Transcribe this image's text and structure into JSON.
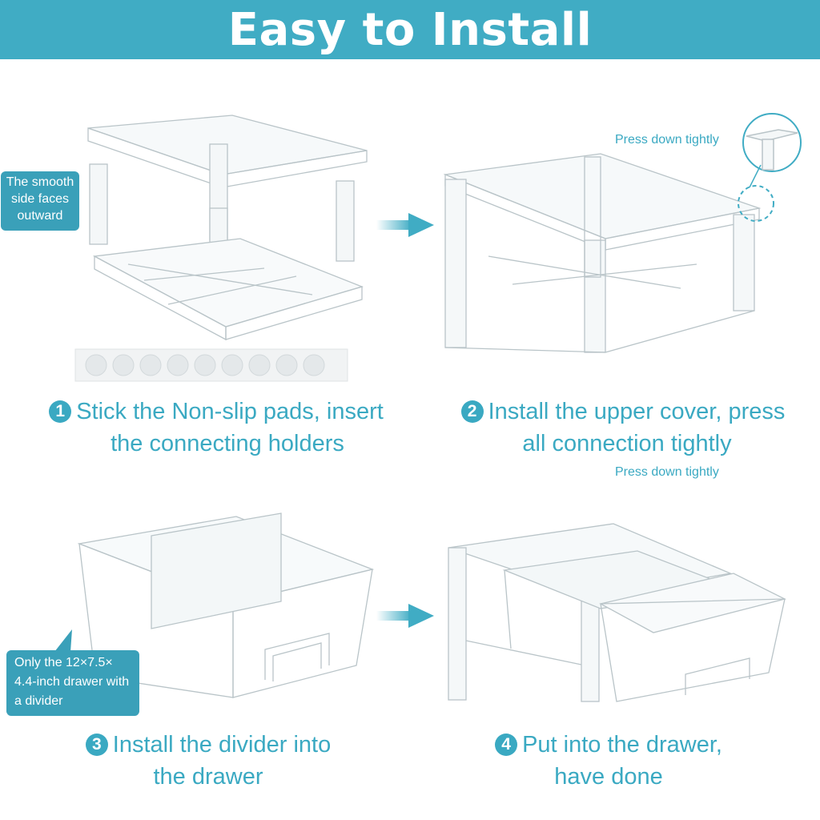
{
  "banner": {
    "title": "Easy to Install"
  },
  "steps": [
    {
      "number": "1",
      "line1": "Stick the Non-slip pads, insert",
      "line2": "the connecting holders"
    },
    {
      "number": "2",
      "line1": "Install the upper cover, press",
      "line2": "all connection tightly"
    },
    {
      "number": "3",
      "line1": "Install the divider into",
      "line2": "the drawer"
    },
    {
      "number": "4",
      "line1": "Put into the drawer,",
      "line2": "have done"
    }
  ],
  "callouts": {
    "side_faces": "The smooth side faces outward",
    "drawer_only": "Only the 12×7.5× 4.4-inch drawer with a divider"
  },
  "notes": {
    "press_top": "Press down tightly",
    "press_bottom": "Press down tightly"
  },
  "colors": {
    "accent": "#40acc4",
    "text_accent": "#3aa9c2",
    "callout": "#3aa0b9"
  },
  "icons": [
    "arrow-right-icon",
    "magnifier-circle-icon"
  ]
}
